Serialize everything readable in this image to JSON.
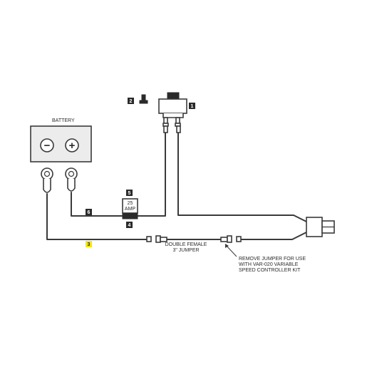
{
  "labels": {
    "battery": "BATTERY",
    "negative": "−",
    "positive": "+",
    "fuse_top": "25",
    "fuse_bottom": "AMP",
    "jumper_line1": "DOUBLE FEMALE",
    "jumper_line2": "3\" JUMPER",
    "note_line1": "REMOVE JUMPER FOR USE",
    "note_line2": "WITH VAR-020 VARIABLE",
    "note_line3": "SPEED CONTROLLER KIT"
  },
  "callouts": {
    "c1": "1",
    "c2": "2",
    "c3": "3",
    "c4": "4",
    "c5": "5",
    "c6": "6"
  },
  "colors": {
    "wire": "#3a3a3a",
    "callout_dark": "#2a2a2a",
    "callout_highlight": "#f5e61e",
    "battery_fill": "#ececec"
  }
}
